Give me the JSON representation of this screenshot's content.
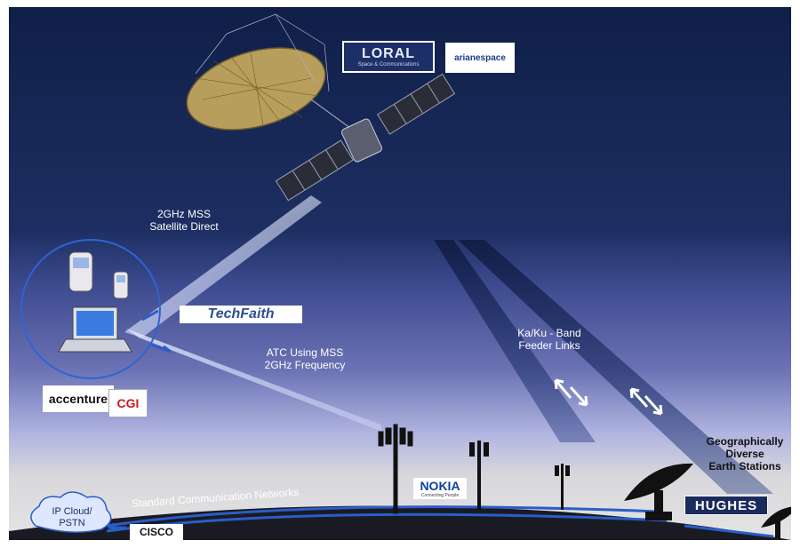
{
  "labels": {
    "mss_direct": "2GHz MSS\nSatellite Direct",
    "atc": "ATC Using MSS\n2GHz Frequency",
    "feeder": "Ka/Ku - Band\nFeeder Links",
    "earth_stations": "Geographically\nDiverse\nEarth Stations",
    "networks": "Standard Communication Networks",
    "cloud": "IP Cloud/\nPSTN"
  },
  "logos": {
    "loral": "LORAL",
    "loral_sub": "Space & Communications",
    "arianespace": "arianespace",
    "techfaith": "TechFaith",
    "accenture": "accenture",
    "cgi": "CGI",
    "nokia": "NOKIA",
    "nokia_sub": "Connecting People",
    "hughes": "HUGHES",
    "cisco": "CISCO"
  },
  "colors": {
    "sky_top": "#0f1f48",
    "sky_mid": "#3c4a8e",
    "sky_low": "#b0b4e0",
    "ground": "#1a1a22",
    "beam": "#dfe6ff",
    "link_blue": "#2a5dc8"
  }
}
